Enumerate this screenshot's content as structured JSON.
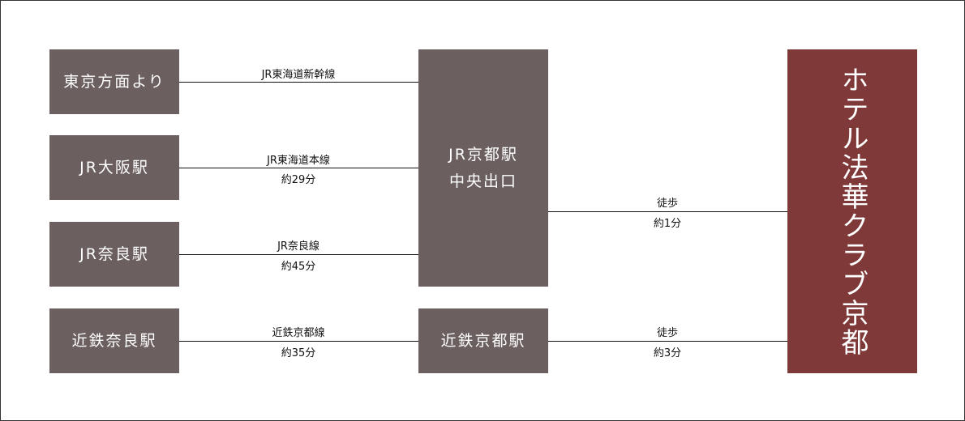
{
  "origins": [
    {
      "label": "東京方面より"
    },
    {
      "label": "JR大阪駅"
    },
    {
      "label": "JR奈良駅"
    },
    {
      "label": "近鉄奈良駅"
    }
  ],
  "routes": [
    {
      "line": "JR東海道新幹線",
      "time": ""
    },
    {
      "line": "JR東海道本線",
      "time": "約29分"
    },
    {
      "line": "JR奈良線",
      "time": "約45分"
    },
    {
      "line": "近鉄京都線",
      "time": "約35分"
    }
  ],
  "stations": {
    "jr_kyoto_line1": "JR京都駅",
    "jr_kyoto_line2": "中央出口",
    "kintetsu_kyoto": "近鉄京都駅"
  },
  "walks": [
    {
      "mode": "徒歩",
      "time": "約1分"
    },
    {
      "mode": "徒歩",
      "time": "約3分"
    }
  ],
  "destination": "ホテル法華クラブ京都",
  "colors": {
    "station_box": "#6b5f5f",
    "hotel_box": "#7f3939"
  }
}
